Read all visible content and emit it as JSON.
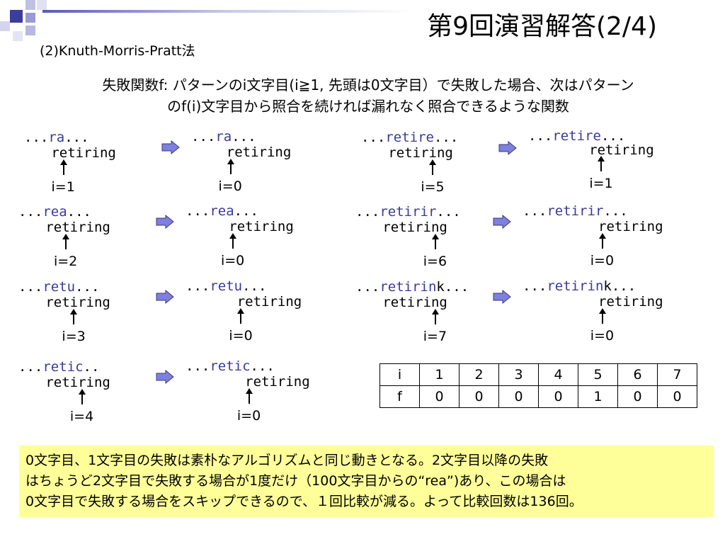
{
  "title": "第9回演習解答(2/4)",
  "subtitle": "(2)Knuth-Morris-Pratt法",
  "description": {
    "line1": "失敗関数f: パターンのi文字目(i≧1, 先頭は0文字目）で失敗した場合、次はパターン",
    "line2": "のf(i)文字目から照合を続ければ漏れなく照合できるような関数"
  },
  "pattern": "retiring",
  "examples": [
    {
      "before_prefix": "...",
      "before_match": "ra",
      "before_suffix": "...",
      "before_i": "i=1",
      "after_prefix": "...",
      "after_match": "ra",
      "after_suffix": "...",
      "after_i": "i=0"
    },
    {
      "before_prefix": "...",
      "before_match": "rea",
      "before_suffix": "...",
      "before_i": "i=2",
      "after_prefix": "...",
      "after_match": "rea",
      "after_suffix": "...",
      "after_i": "i=0"
    },
    {
      "before_prefix": "...",
      "before_match": "retu",
      "before_suffix": "...",
      "before_i": "i=3",
      "after_prefix": "...",
      "after_match": "retu",
      "after_suffix": "...",
      "after_i": "i=0"
    },
    {
      "before_prefix": "...",
      "before_match": "retic",
      "before_suffix": "..",
      "before_i": "i=4",
      "after_prefix": "...",
      "after_match": "retic",
      "after_suffix": "...",
      "after_i": "i=0"
    },
    {
      "before_prefix": "...",
      "before_match": "retire",
      "before_suffix": "...",
      "before_i": "i=5",
      "after_prefix": "...",
      "after_match": "retire",
      "after_suffix": "...",
      "after_i": "i=1"
    },
    {
      "before_prefix": "...",
      "before_match": "retirir",
      "before_suffix": "...",
      "before_i": "i=6",
      "after_prefix": "...",
      "after_match": "retirir",
      "after_suffix": "...",
      "after_i": "i=0"
    },
    {
      "before_prefix": "...",
      "before_match": "retirin",
      "before_suffix": "k...",
      "before_i": "i=7",
      "after_prefix": "...",
      "after_match": "retirin",
      "after_suffix": "k...",
      "after_i": "i=0"
    }
  ],
  "table": {
    "row_i_label": "i",
    "row_f_label": "f",
    "i_values": [
      "1",
      "2",
      "3",
      "4",
      "5",
      "6",
      "7"
    ],
    "f_values": [
      "0",
      "0",
      "0",
      "0",
      "1",
      "0",
      "0"
    ]
  },
  "note": {
    "line1": "0文字目、1文字目の失敗は素朴なアルゴリズムと同じ動きとなる。2文字目以降の失敗",
    "line2": "はちょうど2文字目で失敗する場合が1度だけ（100文字目からの“rea”)あり、この場合は",
    "line3": "0文字目で失敗する場合をスキップできるので、１回比較が減る。よって比較回数は136回。"
  },
  "colors": {
    "match_text": "#3a3a9a",
    "arrow_fill": "#7f7fdf",
    "note_background": "#ffff99",
    "decoration": "#5a5ab8"
  },
  "icons": [
    "right-arrow-icon",
    "up-pointer-icon"
  ]
}
